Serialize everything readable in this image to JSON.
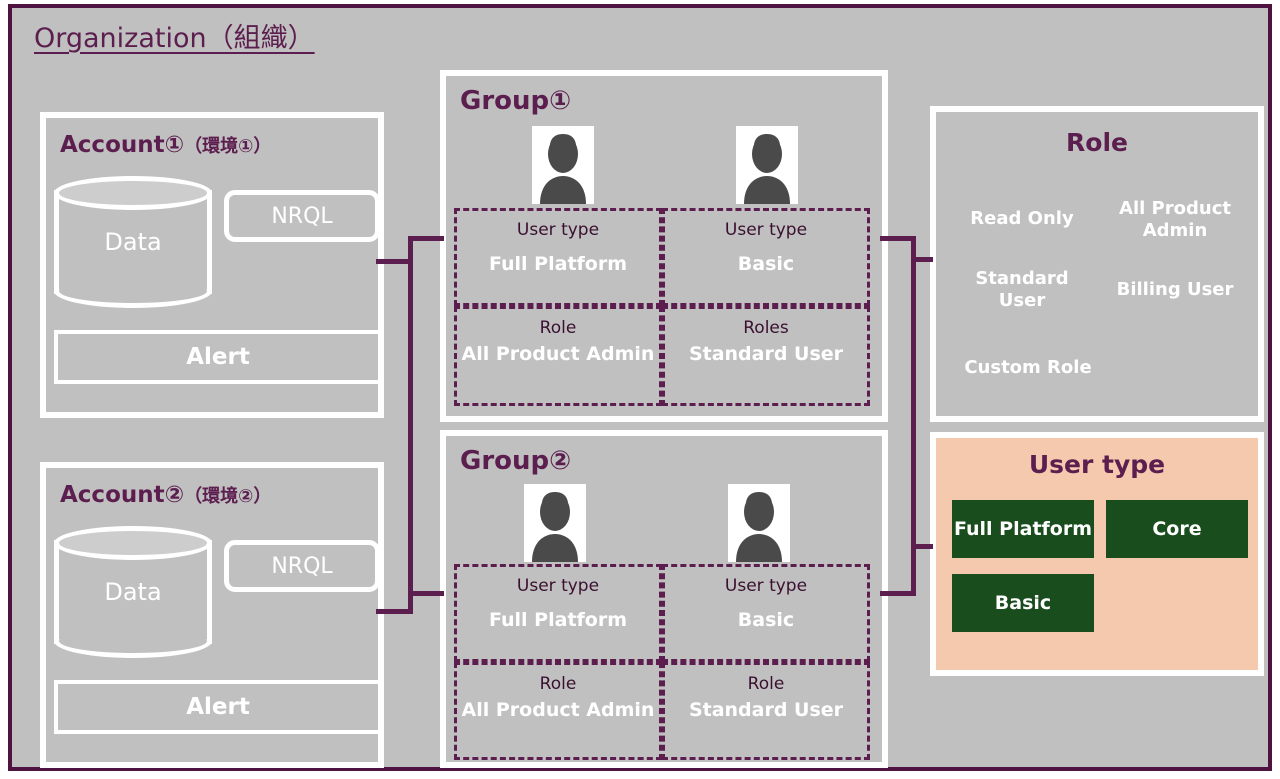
{
  "organization": {
    "title": "Organization（組織）"
  },
  "accounts": [
    {
      "title_main": "Account①",
      "title_paren": "（環境①）",
      "data_label": "Data",
      "nrql_label": "NRQL",
      "alert_label": "Alert"
    },
    {
      "title_main": "Account②",
      "title_paren": "（環境②）",
      "data_label": "Data",
      "nrql_label": "NRQL",
      "alert_label": "Alert"
    }
  ],
  "groups": [
    {
      "title": "Group①",
      "users": [
        {
          "avatar": "user-avatar-icon",
          "user_type_key": "User type",
          "user_type_value": "Full Platform",
          "role_key": "Role",
          "role_value": "All Product Admin"
        },
        {
          "avatar": "user-avatar-icon",
          "user_type_key": "User type",
          "user_type_value": "Basic",
          "role_key": "Roles",
          "role_value": "Standard User"
        }
      ]
    },
    {
      "title": "Group②",
      "users": [
        {
          "avatar": "user-avatar-icon",
          "user_type_key": "User type",
          "user_type_value": "Full Platform",
          "role_key": "Role",
          "role_value": "All Product Admin"
        },
        {
          "avatar": "user-avatar-icon",
          "user_type_key": "User type",
          "user_type_value": "Basic",
          "role_key": "Role",
          "role_value": "Standard User"
        }
      ]
    }
  ],
  "role_panel": {
    "title": "Role",
    "items": [
      "Read Only",
      "All Product Admin",
      "Standard User",
      "Billing User",
      "Custom Role"
    ]
  },
  "user_type_panel": {
    "title": "User type",
    "items": [
      "Full Platform",
      "Core",
      "Basic"
    ]
  },
  "colors": {
    "accent_purple": "#5c1e4e",
    "frame_purple": "#4f1342",
    "background_gray": "#c0c0c0",
    "panel_white": "#ffffff",
    "user_type_bg": "#f5c9ae",
    "user_type_box_green": "#1a4d1e",
    "avatar_gray": "#4a4a4a"
  }
}
